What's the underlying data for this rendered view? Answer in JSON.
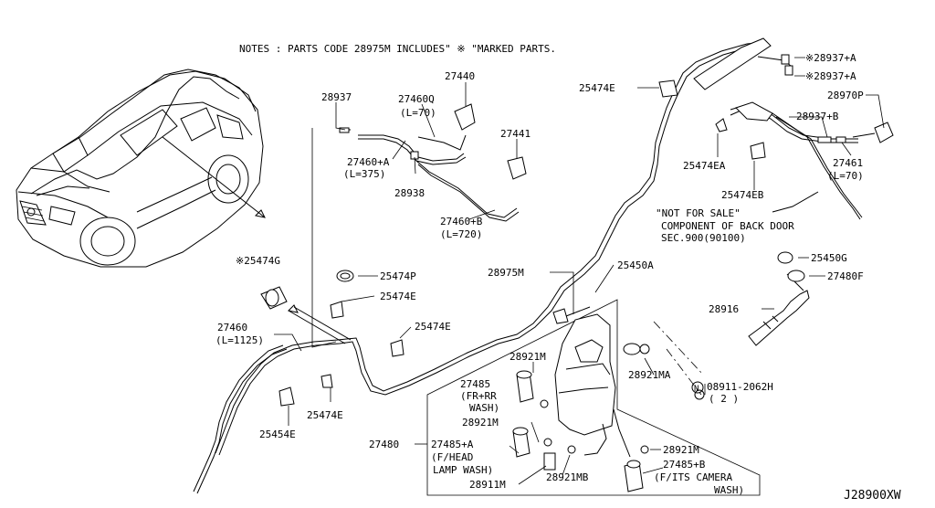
{
  "diagram": {
    "notes": "NOTES : PARTS CODE  28975M INCLUDES\" ※ \"MARKED PARTS.",
    "diagram_code": "J28900XW",
    "labels": {
      "p28937_a1": "※28937+A",
      "p28937_a2": "※28937+A",
      "p28970p": "28970P",
      "p28937_b": "28937+B",
      "p27461": "27461",
      "p27461_l": "(L=70)",
      "p25474e_top": "25474E",
      "p25474ea": "25474EA",
      "p25474eb": "25474EB",
      "p27440": "27440",
      "p28937": "28937",
      "p27460q": "27460Q",
      "p27460q_l": "(L=70)",
      "p27441": "27441",
      "p27460a": "27460+A",
      "p27460a_l": "(L=375)",
      "p28938": "28938",
      "p27460b": "27460+B",
      "p27460b_l": "(L=720)",
      "nfs_1": "\"NOT FOR SALE\"",
      "nfs_2": "COMPONENT OF BACK DOOR",
      "nfs_3": "SEC.900(90100)",
      "p25474g": "※25474G",
      "p25474p": "25474P",
      "p25474e_mid": "25474E",
      "p27460": "27460",
      "p27460_l": "(L=1125)",
      "p25474e_c": "25474E",
      "p28975m": "28975M",
      "p25450a": "25450A",
      "p25450g": "25450G",
      "p27480f": "27480F",
      "p28916": "28916",
      "p28921m_1": "28921M",
      "p28921ma": "28921MA",
      "p27485": "27485",
      "p27485_sub1": "(FR+RR",
      "p27485_sub2": "WASH)",
      "p08911": "08911-2062H",
      "p08911_q": "( 2 )",
      "p08911_n": "N",
      "p25474e_low": "25474E",
      "p25454e": "25454E",
      "p28921m_2": "28921M",
      "p27480": "27480",
      "p27485a": "27485+A",
      "p27485a_sub1": "(F/HEAD",
      "p27485a_sub2": "LAMP WASH)",
      "p28911m": "28911M",
      "p28921mb": "28921MB",
      "p28921m_3": "28921M",
      "p27485b": "27485+B",
      "p27485b_sub1": "(F/ITS CAMERA",
      "p27485b_sub2": "WASH)"
    }
  }
}
